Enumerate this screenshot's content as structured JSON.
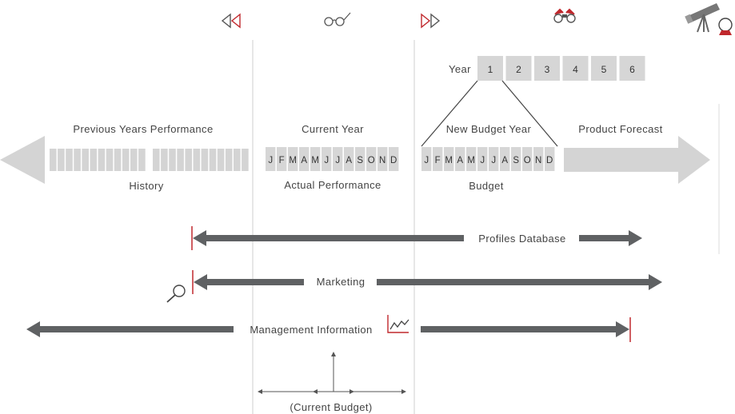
{
  "colors": {
    "accent_red": "#c0282d",
    "arrow_dark": "#5f6163",
    "arrow_light": "#d4d4d4",
    "cell_fill": "#d6d6d6",
    "guide_line": "#cfcfcf",
    "text": "#444444"
  },
  "icons": {
    "rewind": "rewind-icon",
    "glasses": "glasses-icon",
    "fast_forward": "fast-forward-icon",
    "binoculars": "binoculars-icon",
    "telescope": "telescope-icon",
    "crystal_ball": "crystal-ball-icon",
    "magnifier": "magnifier-icon",
    "chart": "line-chart-icon"
  },
  "year_selector": {
    "label": "Year",
    "years": [
      "1",
      "2",
      "3",
      "4",
      "5",
      "6"
    ]
  },
  "sections": {
    "previous_years": "Previous Years Performance",
    "history": "History",
    "current_year": "Current Year",
    "actual_performance": "Actual Performance",
    "new_budget_year": "New Budget Year",
    "budget": "Budget",
    "product_forecast": "Product Forecast"
  },
  "months": [
    "J",
    "F",
    "M",
    "A",
    "M",
    "J",
    "J",
    "A",
    "S",
    "O",
    "N",
    "D"
  ],
  "bars": {
    "profiles_database": "Profiles Database",
    "marketing": "Marketing",
    "management_information": "Management Information"
  },
  "current_budget": "(Current Budget)"
}
